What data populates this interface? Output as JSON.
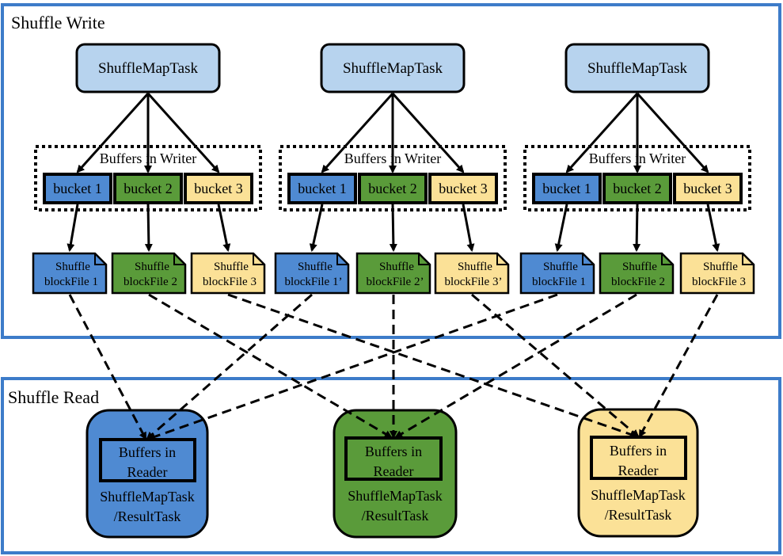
{
  "write_section": {
    "title": "Shuffle Write"
  },
  "read_section": {
    "title": "Shuffle Read"
  },
  "map_groups": [
    {
      "task_label": "ShuffleMapTask",
      "buffer_label": "Buffers in Writer",
      "buckets": [
        {
          "label": "bucket 1",
          "color": "#4f8ad2"
        },
        {
          "label": "bucket 2",
          "color": "#5a9b3a"
        },
        {
          "label": "bucket 3",
          "color": "#fbe197"
        }
      ],
      "files": [
        {
          "line1": "Shuffle",
          "line2": "blockFile 1",
          "color": "#4f8ad2"
        },
        {
          "line1": "Shuffle",
          "line2": "blockFile 2",
          "color": "#5a9b3a"
        },
        {
          "line1": "Shuffle",
          "line2": "blockFile 3",
          "color": "#fbe197"
        }
      ]
    },
    {
      "task_label": "ShuffleMapTask",
      "buffer_label": "Buffers in Writer",
      "buckets": [
        {
          "label": "bucket 1",
          "color": "#4f8ad2"
        },
        {
          "label": "bucket 2",
          "color": "#5a9b3a"
        },
        {
          "label": "bucket 3",
          "color": "#fbe197"
        }
      ],
      "files": [
        {
          "line1": "Shuffle",
          "line2": "blockFile 1’",
          "color": "#4f8ad2"
        },
        {
          "line1": "Shuffle",
          "line2": "blockFile 2’",
          "color": "#5a9b3a"
        },
        {
          "line1": "Shuffle",
          "line2": "blockFile 3’",
          "color": "#fbe197"
        }
      ]
    },
    {
      "task_label": "ShuffleMapTask",
      "buffer_label": "Buffers in Writer",
      "buckets": [
        {
          "label": "bucket 1",
          "color": "#4f8ad2"
        },
        {
          "label": "bucket 2",
          "color": "#5a9b3a"
        },
        {
          "label": "bucket 3",
          "color": "#fbe197"
        }
      ],
      "files": [
        {
          "line1": "Shuffle",
          "line2": "blockFile 1",
          "color": "#4f8ad2"
        },
        {
          "line1": "Shuffle",
          "line2": "blockFile 2",
          "color": "#5a9b3a"
        },
        {
          "line1": "Shuffle",
          "line2": "blockFile 3",
          "color": "#fbe197"
        }
      ]
    }
  ],
  "readers": [
    {
      "buffer_line1": "Buffers in",
      "buffer_line2": "Reader",
      "task_line1": "ShuffleMapTask",
      "task_line2": "/ResultTask",
      "color": "#4f8ad2"
    },
    {
      "buffer_line1": "Buffers in",
      "buffer_line2": "Reader",
      "task_line1": "ShuffleMapTask",
      "task_line2": "/ResultTask",
      "color": "#5a9b3a"
    },
    {
      "buffer_line1": "Buffers in",
      "buffer_line2": "Reader",
      "task_line1": "ShuffleMapTask",
      "task_line2": "/ResultTask",
      "color": "#fbe197"
    }
  ],
  "colors": {
    "section_border": "#3d7cc9",
    "task_fill": "#b7d3ee",
    "stroke": "#000000"
  }
}
